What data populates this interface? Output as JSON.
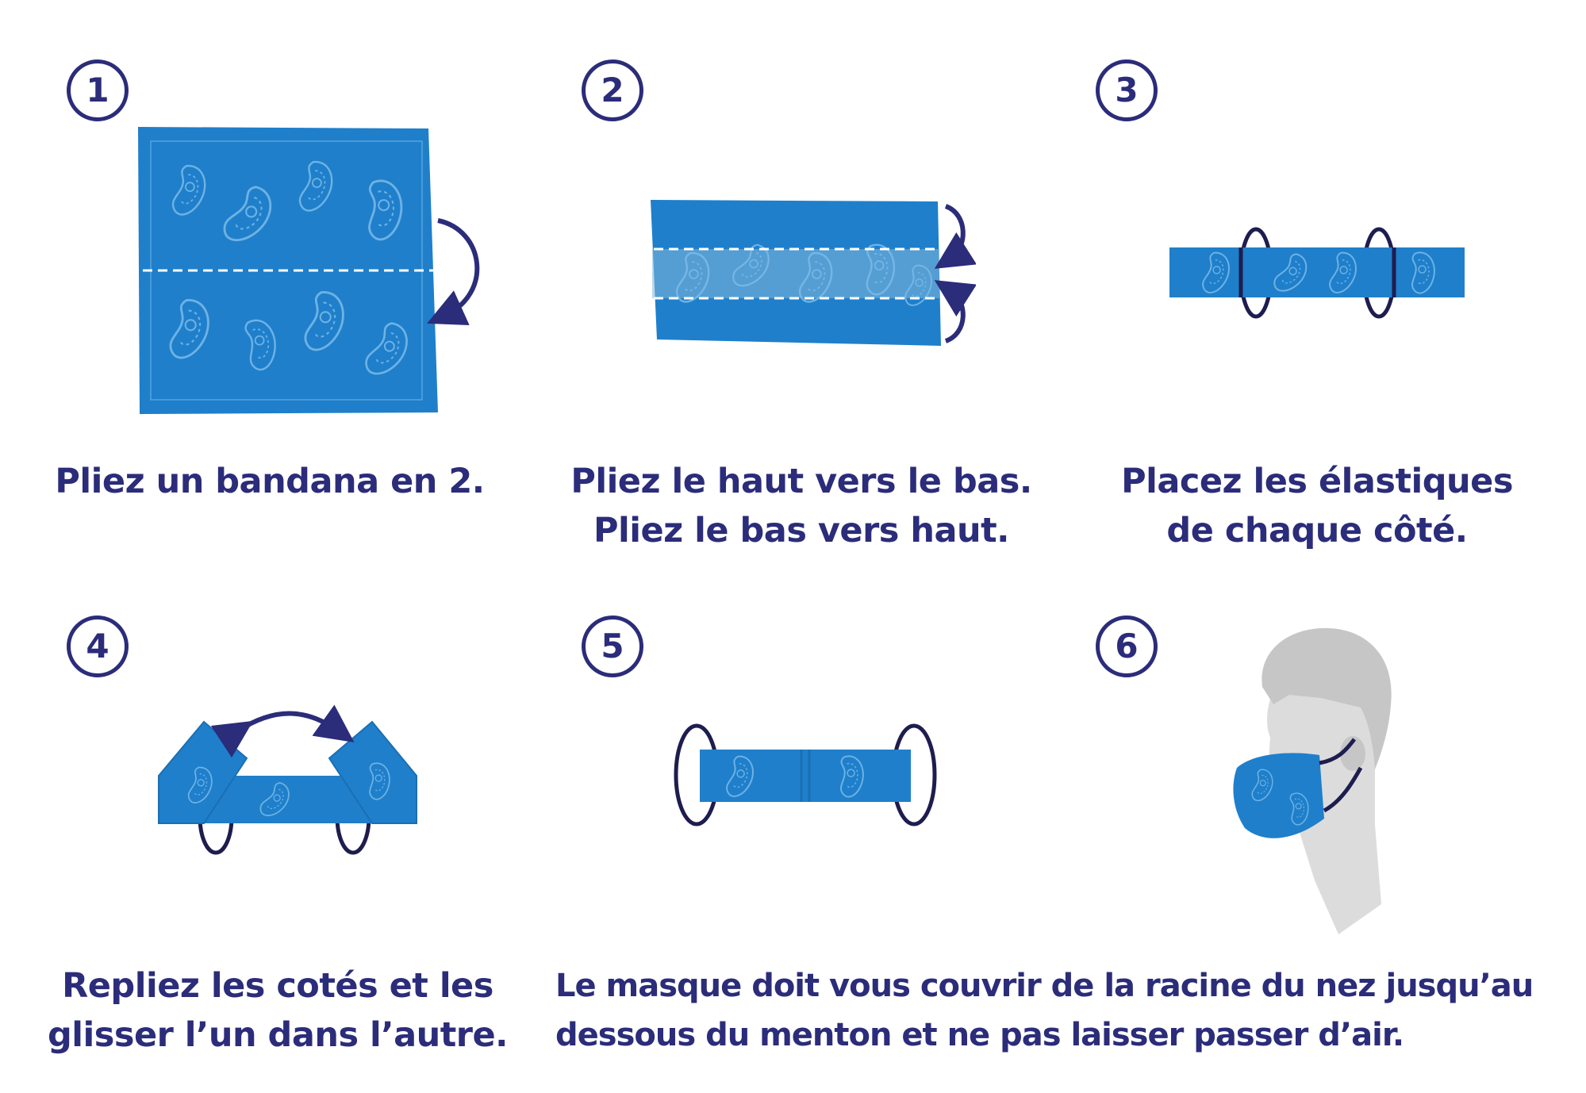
{
  "colors": {
    "fabric": "#1f7fcb",
    "fabric_light": "#6fb3e3",
    "navy": "#2b2c7a",
    "elastic": "#1e1d4f",
    "head": "#c6c6c6",
    "face": "#dcdcdc"
  },
  "steps": [
    {
      "number": "1",
      "lines": [
        "Pliez un bandana en 2."
      ]
    },
    {
      "number": "2",
      "lines": [
        "Pliez le haut vers le bas.",
        "Pliez le bas vers haut."
      ]
    },
    {
      "number": "3",
      "lines": [
        "Placez les élastiques",
        "de chaque côté."
      ]
    },
    {
      "number": "4",
      "lines": [
        "Repliez les cotés et les",
        "glisser l’un dans l’autre."
      ]
    },
    {
      "number": "5",
      "lines": []
    },
    {
      "number": "6",
      "lines": []
    }
  ],
  "final_note": {
    "lines": [
      "Le masque doit  vous couvrir de la racine du nez jusqu’au",
      "dessous du menton et ne pas laisser passer d’air."
    ]
  }
}
